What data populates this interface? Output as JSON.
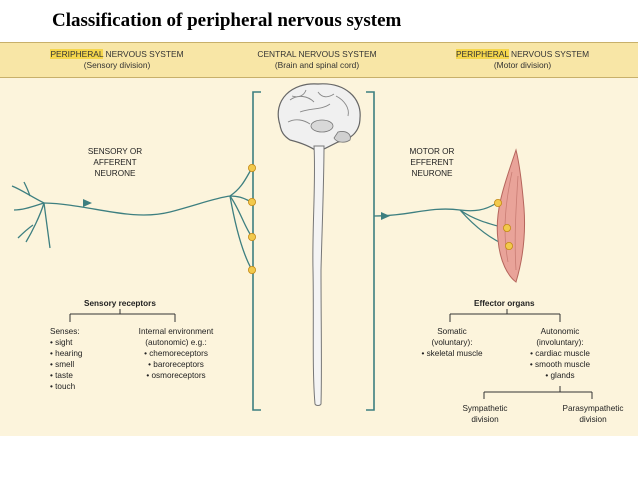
{
  "title": "Classification of peripheral nervous system",
  "header": {
    "left": {
      "highlight": "PERIPHERAL",
      "rest": " NERVOUS SYSTEM",
      "sub": "(Sensory division)"
    },
    "center": {
      "line1": "CENTRAL NERVOUS SYSTEM",
      "sub": "(Brain and spinal cord)"
    },
    "right": {
      "highlight": "PERIPHERAL",
      "rest": " NERVOUS SYSTEM",
      "sub": "(Motor division)"
    }
  },
  "sensory_neurone": [
    "SENSORY OR",
    "AFFERENT",
    "NEURONE"
  ],
  "motor_neurone": [
    "MOTOR OR",
    "EFFERENT",
    "NEURONE"
  ],
  "sensory_receptors": {
    "title": "Sensory receptors",
    "senses": [
      "Senses:",
      "• sight",
      "• hearing",
      "• smell",
      "• taste",
      "• touch"
    ],
    "internal": [
      "Internal environment",
      "(autonomic) e.g.:",
      "• chemoreceptors",
      "• baroreceptors",
      "• osmoreceptors"
    ]
  },
  "effector_organs": {
    "title": "Effector organs",
    "somatic": [
      "Somatic",
      "(voluntary):",
      "• skeletal muscle"
    ],
    "autonomic": [
      "Autonomic",
      "(involuntary):",
      "• cardiac muscle",
      "• smooth muscle",
      "• glands"
    ],
    "sympathetic": [
      "Sympathetic",
      "division"
    ],
    "parasympathetic": [
      "Parasympathetic",
      "division"
    ]
  },
  "colors": {
    "header_band": "#f8e6a6",
    "highlight": "#f5d64c",
    "panel": "#fcf4dc",
    "nerve": "#3d7f80",
    "synapse": "#f2c94c",
    "muscle": "#e9a399"
  }
}
